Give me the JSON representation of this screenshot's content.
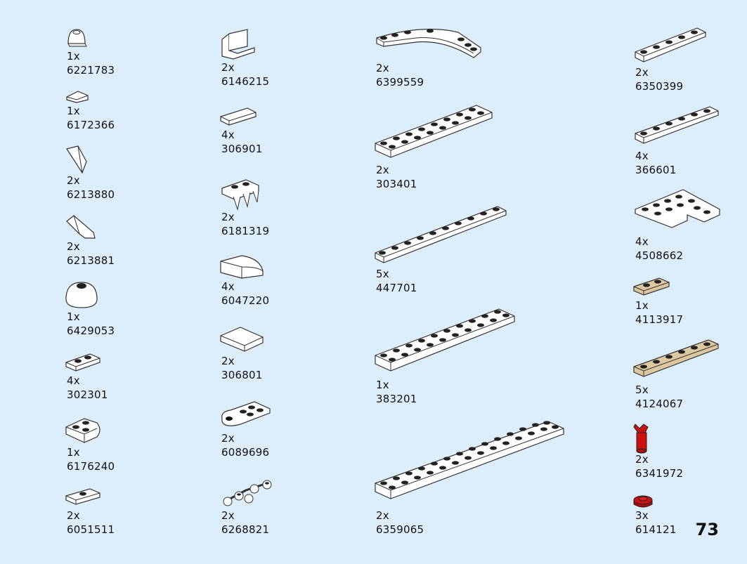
{
  "page_number": "73",
  "colors": {
    "background": "#dcedfb",
    "white_part": "#ffffff",
    "tan_part": "#dcc8a0",
    "red_part": "#cc1111",
    "outline": "#333333"
  },
  "parts": [
    {
      "qty": "1x",
      "code": "6221783",
      "icon": "round-dome-icon"
    },
    {
      "qty": "1x",
      "code": "6172366",
      "icon": "wedge-tile-icon"
    },
    {
      "qty": "2x",
      "code": "6213880",
      "icon": "wing-slope-left-icon"
    },
    {
      "qty": "2x",
      "code": "6213881",
      "icon": "wing-slope-right-icon"
    },
    {
      "qty": "1x",
      "code": "6429053",
      "icon": "dome-brick-icon"
    },
    {
      "qty": "4x",
      "code": "302301",
      "icon": "plate-1x2-icon"
    },
    {
      "qty": "1x",
      "code": "6176240",
      "icon": "round-corner-plate-icon"
    },
    {
      "qty": "2x",
      "code": "6051511",
      "icon": "jumper-plate-icon"
    },
    {
      "qty": "2x",
      "code": "6146215",
      "icon": "bracket-icon"
    },
    {
      "qty": "4x",
      "code": "306901",
      "icon": "tile-1x4-icon"
    },
    {
      "qty": "2x",
      "code": "6181319",
      "icon": "claw-plate-icon"
    },
    {
      "qty": "4x",
      "code": "6047220",
      "icon": "curved-slope-icon"
    },
    {
      "qty": "2x",
      "code": "306801",
      "icon": "tile-2x2-icon"
    },
    {
      "qty": "2x",
      "code": "6089696",
      "icon": "plate-with-hole-icon"
    },
    {
      "qty": "2x",
      "code": "6268821",
      "icon": "leaf-stem-icon"
    },
    {
      "qty": "2x",
      "code": "6399559",
      "icon": "curved-plate-icon"
    },
    {
      "qty": "2x",
      "code": "303401",
      "icon": "plate-2x8-icon"
    },
    {
      "qty": "5x",
      "code": "447701",
      "icon": "plate-1x10-icon"
    },
    {
      "qty": "1x",
      "code": "383201",
      "icon": "plate-2x10-icon"
    },
    {
      "qty": "2x",
      "code": "6359065",
      "icon": "plate-2x14-icon"
    },
    {
      "qty": "2x",
      "code": "6350399",
      "icon": "plate-1x6-icon"
    },
    {
      "qty": "4x",
      "code": "366601",
      "icon": "plate-1x6b-icon"
    },
    {
      "qty": "4x",
      "code": "4508662",
      "icon": "l-plate-icon"
    },
    {
      "qty": "1x",
      "code": "4113917",
      "icon": "tan-plate-1x2-icon"
    },
    {
      "qty": "5x",
      "code": "4124067",
      "icon": "tan-plate-1x6-icon"
    },
    {
      "qty": "2x",
      "code": "6341972",
      "icon": "red-clip-bar-icon"
    },
    {
      "qty": "3x",
      "code": "614121",
      "icon": "red-round-plate-icon"
    }
  ]
}
